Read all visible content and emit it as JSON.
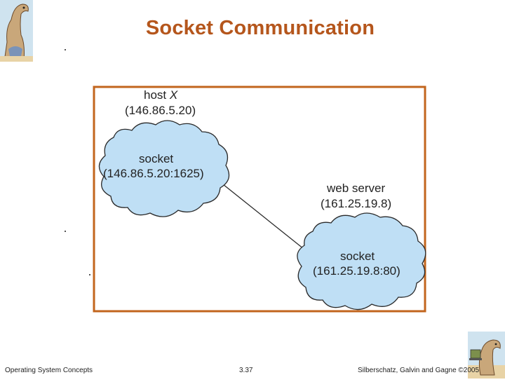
{
  "slide": {
    "title": "Socket Communication",
    "page_number": "3.37",
    "footer_left": "Operating System Concepts",
    "footer_right": "Silberschatz, Galvin and Gagne ©2005"
  },
  "diagram": {
    "host": {
      "label": "host ",
      "label_var": "X",
      "address": "(146.86.5.20)",
      "socket_label": "socket",
      "socket_address": "(146.86.5.20:1625)"
    },
    "server": {
      "label": "web server",
      "address": "(161.25.19.8)",
      "socket_label": "socket",
      "socket_address": "(161.25.19.8:80)"
    },
    "colors": {
      "title": "#b5561c",
      "frame": "#c2651d",
      "cloud_fill": "#bfdff5",
      "cloud_stroke": "#2a2a2a"
    }
  }
}
